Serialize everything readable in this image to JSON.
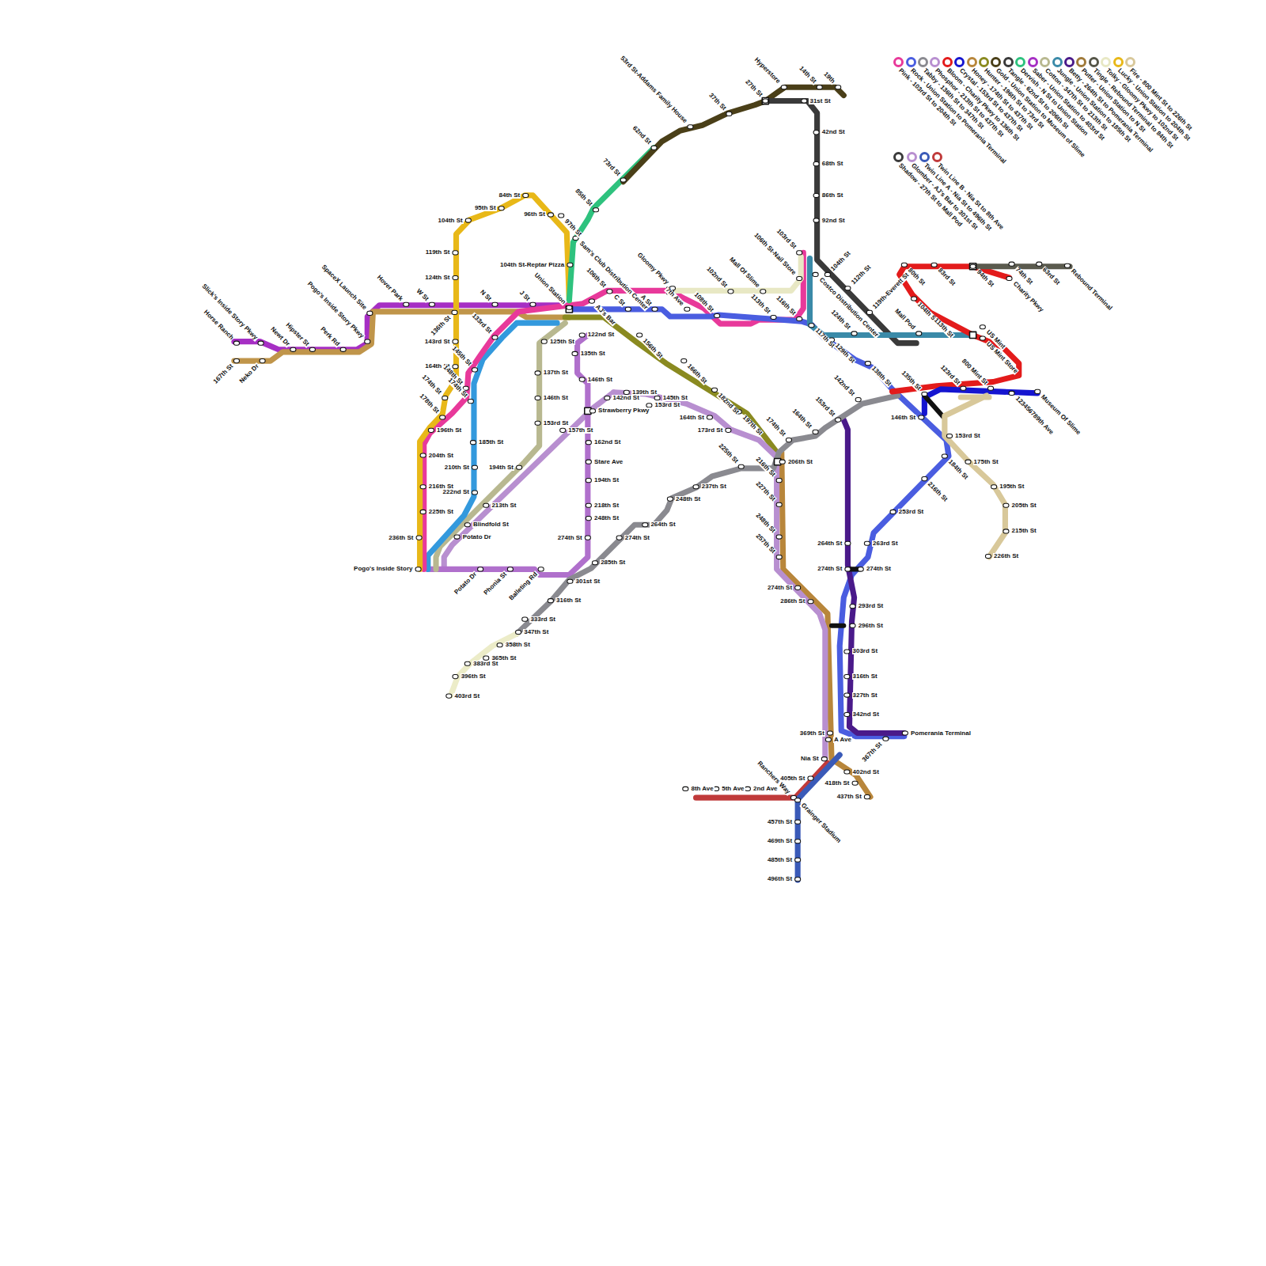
{
  "diagram": {
    "labels": [
      "Slick's Inside Story Pkwy",
      "Horse Ranch",
      "167th St",
      "Neko Dr",
      "Newt Dr",
      "Hipster St",
      "Perk Rd",
      "Pogo's Inside Story Pkwy",
      "SpaceX Launch Site",
      "Hover Park",
      "W St",
      "136th St",
      "N St",
      "J St",
      "Union Station",
      "104th St-Reptar Pizza",
      "Sam's Club Distribution Center",
      "106th St",
      "Gloomy Pkwy",
      "102nd St",
      "Mall Of Slime",
      "106th St-Nail Store",
      "103rd St",
      "116th St",
      "113th St",
      "108th St",
      "7th Ave",
      "A St",
      "C St",
      "AJ's Bar",
      "122nd St",
      "135th St",
      "146th St",
      "125th St",
      "137th St",
      "146th St",
      "153rd St",
      "157th St",
      "Strawberry Pkwy",
      "162nd St",
      "Stare Ave",
      "194th St",
      "218th St",
      "248th St",
      "274th St",
      "285th St",
      "301st St",
      "274th St",
      "264th St",
      "248th St",
      "237th St",
      "225th St",
      "139th St",
      "142nd St",
      "145th St",
      "153rd St",
      "164th St",
      "173rd St",
      "156th St",
      "166th St",
      "182nd St",
      "197th St",
      "206th St",
      "174th St",
      "164th St",
      "153rd St",
      "142nd St",
      "216th St",
      "227th St",
      "248th St",
      "257th St",
      "274th St",
      "286th St",
      "84th St",
      "95th St",
      "96th St",
      "104th St",
      "119th St",
      "124th St",
      "143rd St",
      "164th St",
      "174th St",
      "178th St",
      "196th St",
      "204th St",
      "216th St",
      "225th St",
      "236th St",
      "Pogo's Inside Story",
      "97th St",
      "85th St",
      "73rd St",
      "62nd St",
      "53rd St-Addams Family House",
      "37th St",
      "27th St",
      "Hyperstore",
      "14th St",
      "19th",
      "31st St",
      "42nd St",
      "68th St",
      "86th St",
      "92nd St",
      "104th St",
      "112th St",
      "119th-Everett St",
      "Costco Distribution Center",
      "Mall Pod",
      "124th St",
      "117th St",
      "129th St",
      "138th St",
      "80th St",
      "83rd St",
      "94th St",
      "74th St",
      "Charity Pkwy",
      "63rd St",
      "Rebound Terminal",
      "104th St",
      "113th St",
      "US Mint",
      "US Mint Store",
      "800 Mint St",
      "123rd St",
      "135th St",
      "146th St",
      "153rd St",
      "175th St",
      "195th St",
      "205th St",
      "215th St",
      "226th St",
      "184th St",
      "216th St",
      "253rd St",
      "263rd St",
      "274th St",
      "274th St",
      "264th St",
      "293rd St",
      "296th St",
      "303rd St",
      "316th St",
      "327th St",
      "342nd St",
      "369th St",
      "A Ave",
      "367th St",
      "Pomerania Terminal",
      "Nia St",
      "402nd St",
      "418th St",
      "437th St",
      "405th St",
      "Ranchers Way",
      "Grainger Stadium",
      "457th St",
      "469th St",
      "485th St",
      "496th St",
      "8th Ave",
      "5th Ave",
      "2nd Ave",
      "Museum Of Slime",
      "123456789th Ave",
      "Potato Dr",
      "Blindfold St",
      "213th St",
      "222nd St",
      "210th St",
      "194th St",
      "185th St",
      "Potato Dr",
      "Phonia St",
      "Balleting Rd",
      "316th St",
      "333rd St",
      "347th St",
      "358th St",
      "365th St",
      "383rd St",
      "396th St",
      "403rd St",
      "133rd St",
      "145th St",
      "148th St",
      "174th St"
    ],
    "legend": [
      {
        "text": "Pink - 103rd St to 204th St",
        "color": "#e8399a"
      },
      {
        "text": "Rock - Union Station to Pomerania Terminal",
        "color": "#4a5de0"
      },
      {
        "text": "Tabby - 136th St to 347th St",
        "color": "#8a8a90"
      },
      {
        "text": "Phosphor - 213th St to 437th St",
        "color": "#b88fd0"
      },
      {
        "text": "Bloom - Charity Pkwy to 136th St",
        "color": "#e31b1b"
      },
      {
        "text": "Crystal - 153rd St to 437th St",
        "color": "#1515d0"
      },
      {
        "text": "Honey - 174th St to 437th St",
        "color": "#b8863b"
      },
      {
        "text": "Hunter - 196th St to 73rd St",
        "color": "#8a8a20"
      },
      {
        "text": "Gold - Union Station to Museum of Slime",
        "color": "#4a3f18"
      },
      {
        "text": "Tangle - 62nd St to 206th St",
        "color": "#3a3a3a"
      },
      {
        "text": "Dervish - N St to Union Station",
        "color": "#2ec27e"
      },
      {
        "text": "Saber - Union Station to 403rd St",
        "color": "#a62fc4"
      },
      {
        "text": "Cotton - 347th St to 213th St",
        "color": "#b8b890"
      },
      {
        "text": "Jungle - Union Station to 185th St",
        "color": "#3a8aa8"
      },
      {
        "text": "Betty - 264th St to Pomerania Terminal",
        "color": "#4a1a8a"
      },
      {
        "text": "Putter - Union Station to N St",
        "color": "#a07a3a"
      },
      {
        "text": "Tingle - Rebound Terminal to 84th St",
        "color": "#555548"
      },
      {
        "text": "Tolky - Gloomy Pkwy to 102nd St",
        "color": "#e8e8c4"
      },
      {
        "text": "Lucky - Union Station to 204th St",
        "color": "#e8b818"
      },
      {
        "text": "Fire - 800 Mint St to 226th St",
        "color": "#d8c89a"
      },
      {
        "text": "Shadow - 27th St to Mall Pod",
        "color": "#3a3a3a"
      },
      {
        "text": "Glomber - AJ's Bar to 301st St",
        "color": "#b88fd0"
      },
      {
        "text": "Twin Line A - Nia St to 496th St",
        "color": "#3a5ab8"
      },
      {
        "text": "Twin Line B - Nia St to 8th Ave",
        "color": "#c03a3a"
      }
    ]
  }
}
